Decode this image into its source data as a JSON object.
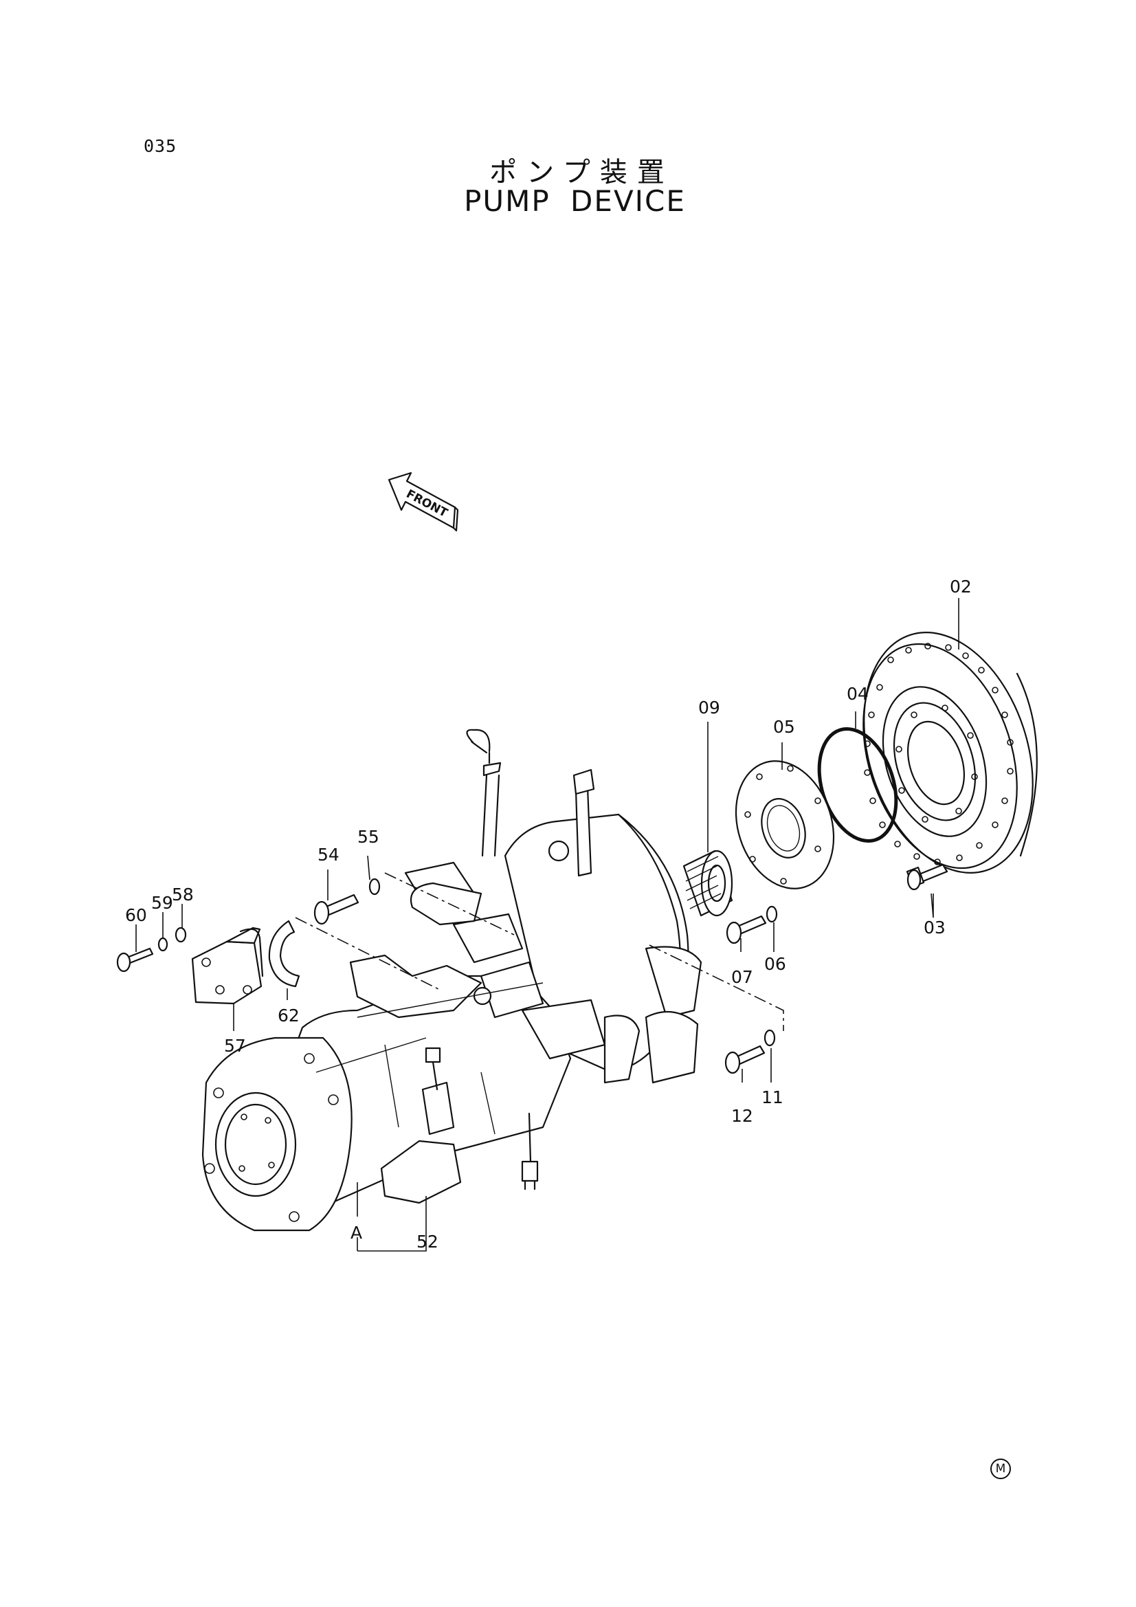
{
  "header": {
    "page_number": "035",
    "title_jp": "ポンプ装置",
    "title_en": "PUMP DEVICE"
  },
  "front_arrow": {
    "label": "FRONT"
  },
  "callouts": {
    "c02": "02",
    "c03": "03",
    "c04": "04",
    "c05": "05",
    "c06": "06",
    "c07": "07",
    "c09": "09",
    "c11": "11",
    "c12": "12",
    "c52": "52",
    "c54": "54",
    "c55": "55",
    "c57": "57",
    "c58": "58",
    "c59": "59",
    "c60": "60",
    "c62": "62",
    "cA": "A"
  },
  "footer": {
    "mark": "M"
  }
}
